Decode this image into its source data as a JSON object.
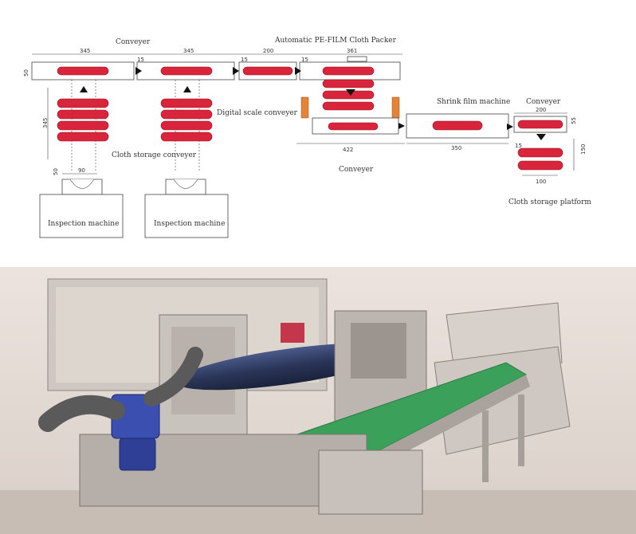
{
  "labels": {
    "conveyor_top": "Conveyer",
    "pe_film_packer": "Automatic PE-FILM Cloth Packer",
    "digital_scale": "Digital scale conveyer",
    "cloth_storage_conveyor": "Cloth storage conveyer",
    "inspection_1": "Inspection machine",
    "inspection_2": "Inspection machine",
    "shrink_film": "Shrink film machine",
    "conveyor_right": "Conveyer",
    "conveyor_bottom": "Conveyer",
    "cloth_storage_platform": "Cloth storage platform"
  },
  "dimensions": {
    "seg1_len": "345",
    "seg2_len": "345",
    "seg3_len": "200",
    "seg4_len": "361",
    "gap_a": "15",
    "gap_b": "15",
    "gap_c": "15",
    "height_50": "50",
    "vertical_345": "345",
    "storage_50": "50",
    "storage_90": "90",
    "bottom_422": "422",
    "bottom_350": "350",
    "right_200": "200",
    "right_55": "55",
    "right_150": "150",
    "right_15": "15",
    "right_100": "100"
  },
  "colors": {
    "roll_red": "#d9253b",
    "photo_bg": "#e8dcd6",
    "belt_green": "#3aa05a",
    "machine_grey": "#cfcac6",
    "motor_blue": "#3a4fb0"
  }
}
